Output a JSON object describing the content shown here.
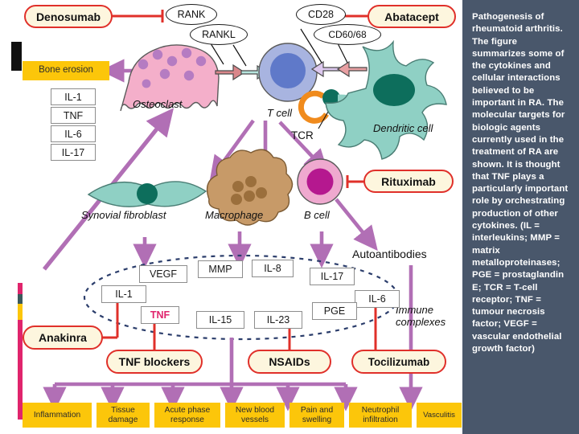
{
  "figure": {
    "title_alt": "Pathogenesis of rheumatoid arthritis diagram"
  },
  "caption": {
    "text": "Pathogenesis of rheumatoid arthritis. The figure summarizes some of the cytokines and cellular interactions believed to be important in RA. The molecular targets for biologic agents currently used in the treatment of RA are shown. It is thought that TNF plays a particularly important role by orchestrating production of other cytokines. (IL = interleukins; MMP = matrix metalloproteinases; PGE = prostaglandin E; TCR = T-cell receptor; TNF = tumour necrosis factor; VEGF = vascular endothelial growth factor)"
  },
  "drugs": [
    {
      "label": "Denosumab"
    },
    {
      "label": "Abatacept"
    },
    {
      "label": "Rituximab"
    },
    {
      "label": "Anakinra"
    },
    {
      "label": "TNF blockers"
    },
    {
      "label": "NSAIDs"
    },
    {
      "label": "Tocilizumab"
    }
  ],
  "receptors": [
    {
      "label": "RANK"
    },
    {
      "label": "RANKL"
    },
    {
      "label": "CD28"
    },
    {
      "label": "CD60/68"
    }
  ],
  "annotations": [
    {
      "label": "TCR"
    },
    {
      "label": "Autoantibodies"
    },
    {
      "label": "Immune complexes"
    }
  ],
  "cells": [
    {
      "label": "Osteoclast"
    },
    {
      "label": "T cell"
    },
    {
      "label": "Dendritic cell"
    },
    {
      "label": "Synovial fibroblast"
    },
    {
      "label": "Macrophage"
    },
    {
      "label": "B cell"
    }
  ],
  "bone_erosion": {
    "label": "Bone erosion"
  },
  "osteoclast_cytokines": [
    {
      "label": "IL-1"
    },
    {
      "label": "TNF"
    },
    {
      "label": "IL-6"
    },
    {
      "label": "IL-17"
    }
  ],
  "mediators": [
    {
      "label": "VEGF"
    },
    {
      "label": "MMP"
    },
    {
      "label": "IL-8"
    },
    {
      "label": "IL-17"
    },
    {
      "label": "IL-1"
    },
    {
      "label": "IL-6"
    },
    {
      "label": "TNF"
    },
    {
      "label": "IL-15"
    },
    {
      "label": "IL-23"
    },
    {
      "label": "PGE"
    }
  ],
  "outcomes": [
    {
      "label": "Inflammation"
    },
    {
      "label": "Tissue damage"
    },
    {
      "label": "Acute phase response"
    },
    {
      "label": "New blood vessels"
    },
    {
      "label": "Pain and swelling"
    },
    {
      "label": "Neutrophil infiltration"
    },
    {
      "label": "Vasculitis"
    }
  ],
  "colors": {
    "panel_bg": "#49576b",
    "drug_fill": "#fdf6de",
    "drug_border": "#e0302a",
    "outcome_fill": "#fcc60a",
    "arrow_violet": "#b16fb5",
    "osteoclast": "#f4afca",
    "tcell": "#a8b4e0",
    "dendritic": "#8fd0c4",
    "macrophage": "#c79a68",
    "fibroblast": "#8fd0c4",
    "bcell": "#efa9cf",
    "tnf_text": "#e0246c",
    "ellipse_dash": "#2b3d6b"
  }
}
